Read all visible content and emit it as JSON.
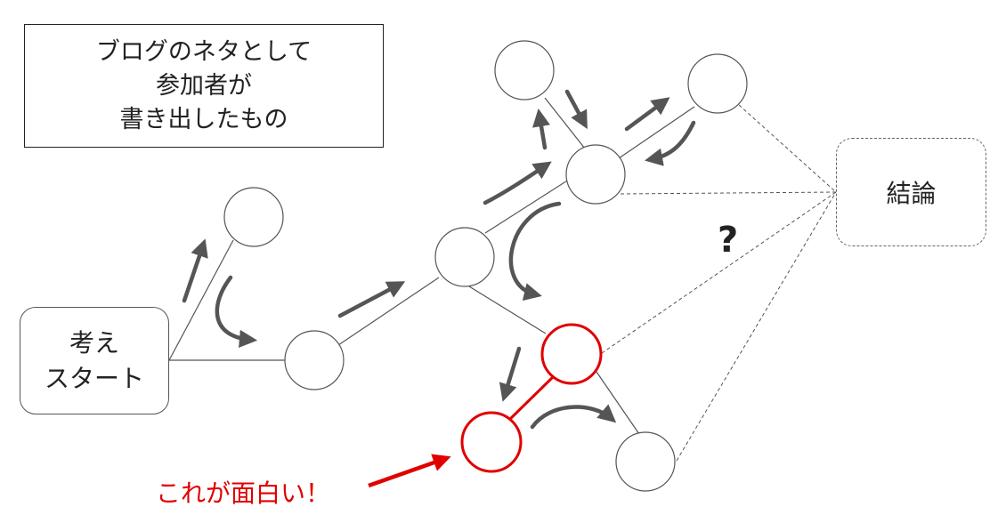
{
  "note_box": {
    "lines": [
      "ブログのネタとして",
      "参加者が",
      "書き出したもの"
    ]
  },
  "start_box": {
    "lines": [
      "考え",
      "スタート"
    ]
  },
  "result_box": {
    "label": "結論"
  },
  "question_mark": "?",
  "highlight_label": "これが面白い！",
  "colors": {
    "highlight": "#e00000",
    "arrow": "#555555",
    "line": "#555555"
  }
}
